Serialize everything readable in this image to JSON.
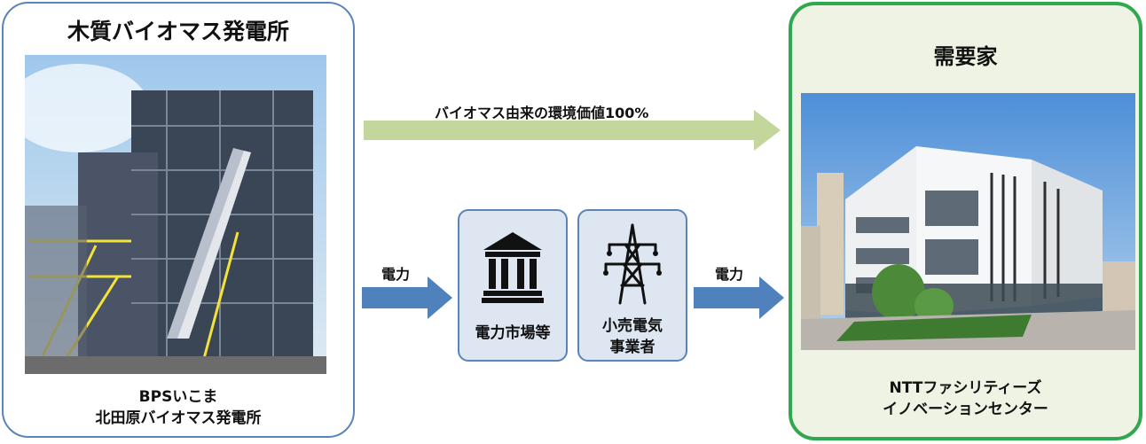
{
  "source": {
    "title": "木質バイオマス発電所",
    "caption_line1": "BPSいこま",
    "caption_line2": "北田原バイオマス発電所"
  },
  "consumer": {
    "title": "需要家",
    "caption_line1": "NTTファシリティーズ",
    "caption_line2": "イノベーションセンター"
  },
  "flows": {
    "env_value_label": "バイオマス由来の環境価値100%",
    "power_label_in": "電力",
    "power_label_out": "電力"
  },
  "intermediaries": [
    {
      "label": "電力市場等",
      "icon": "bank-building-icon"
    },
    {
      "label_line1": "小売電気",
      "label_line2": "事業者",
      "icon": "power-tower-icon"
    }
  ],
  "colors": {
    "source_border": "#5a84b8",
    "consumer_border": "#2fa84f",
    "consumer_bg": "#eef3e4",
    "env_arrow": "#c3d69b",
    "power_arrow": "#4f81bd",
    "mid_box_bg": "#dde6f1"
  }
}
